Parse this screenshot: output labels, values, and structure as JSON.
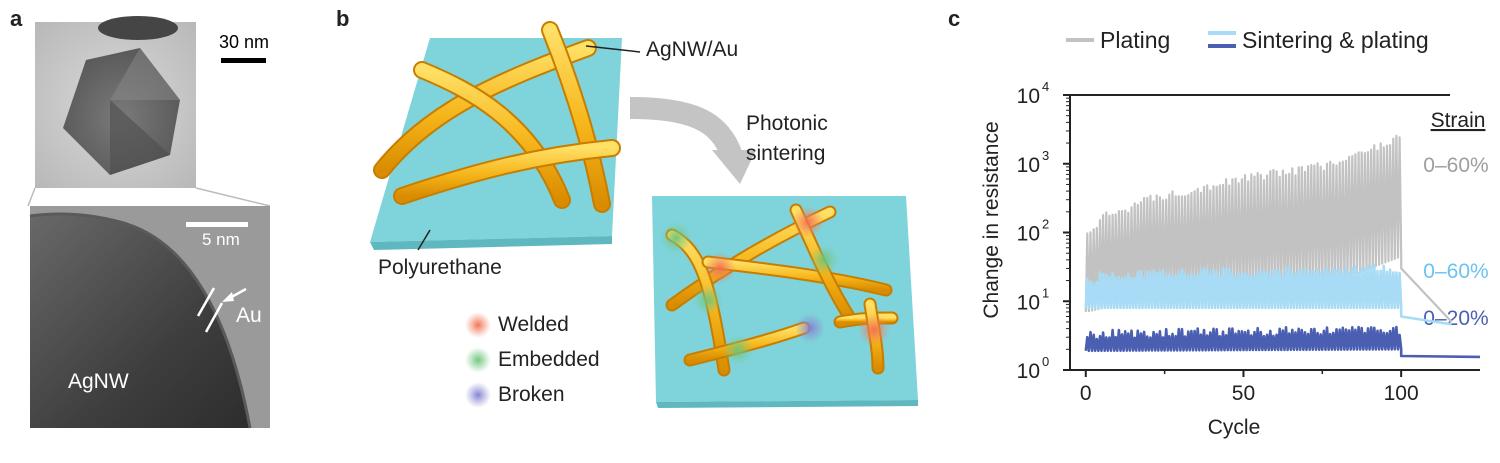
{
  "panels": {
    "a": {
      "letter": "a",
      "scale_top": "30 nm",
      "scale_bottom": "5 nm",
      "label_au": "Au",
      "label_agnw": "AgNW"
    },
    "b": {
      "letter": "b",
      "label_agnw_au": "AgNW/Au",
      "label_polyurethane": "Polyurethane",
      "label_process": [
        "Photonic",
        "sintering"
      ],
      "legend": [
        {
          "label": "Welded",
          "color": "#f28a6a"
        },
        {
          "label": "Embedded",
          "color": "#7ecb87"
        },
        {
          "label": "Broken",
          "color": "#8f8fd6"
        }
      ]
    },
    "c": {
      "letter": "c",
      "legend": {
        "plating": "Plating",
        "sintering": "Sintering & plating"
      },
      "strain_header": "Strain",
      "strain_labels": [
        {
          "text": "0–60%",
          "color": "#9e9e9e"
        },
        {
          "text": "0–60%",
          "color": "#6cc3ef"
        },
        {
          "text": "0–20%",
          "color": "#4a5fb2"
        }
      ]
    }
  },
  "chart_data": {
    "type": "line",
    "title": "",
    "xlabel": "Cycle",
    "ylabel": "Change in resistance",
    "xlim": [
      -5,
      125
    ],
    "ylim": [
      1,
      10000
    ],
    "yscale": "log",
    "xticks": [
      0,
      50,
      100
    ],
    "xtick_labels": [
      "0",
      "50",
      "100"
    ],
    "yticks": [
      1,
      10,
      100,
      1000,
      10000
    ],
    "ytick_labels": [
      "10",
      "10",
      "10",
      "10",
      "10"
    ],
    "ytick_exponents": [
      "0",
      "1",
      "2",
      "3",
      "4"
    ],
    "series": [
      {
        "name": "Plating",
        "color": "#c2c2c2",
        "cycles": 100,
        "min_x": [
          0,
          20,
          50,
          80,
          100
        ],
        "min_y": [
          7,
          11,
          14,
          20,
          45
        ],
        "max_x": [
          0,
          5,
          20,
          50,
          80,
          100
        ],
        "max_y": [
          80,
          160,
          300,
          600,
          1000,
          2500
        ],
        "tail_x": [
          100,
          116
        ],
        "tail_y": [
          30,
          5
        ]
      },
      {
        "name": "Sintering & plating 0–60%",
        "color": "#a8dcf6",
        "cycles": 100,
        "min_x": [
          0,
          100
        ],
        "min_y": [
          8,
          8
        ],
        "max_x": [
          0,
          5,
          100
        ],
        "max_y": [
          18,
          24,
          30
        ],
        "tail_x": [
          100,
          116
        ],
        "tail_y": [
          6,
          4.6
        ]
      },
      {
        "name": "Sintering & plating 0–20%",
        "color": "#4a5fb2",
        "cycles": 100,
        "min_x": [
          0,
          100
        ],
        "min_y": [
          1.9,
          2.0
        ],
        "max_x": [
          0,
          5,
          100
        ],
        "max_y": [
          3.0,
          3.4,
          3.8
        ],
        "tail_x": [
          100,
          125
        ],
        "tail_y": [
          1.6,
          1.55
        ]
      }
    ]
  }
}
